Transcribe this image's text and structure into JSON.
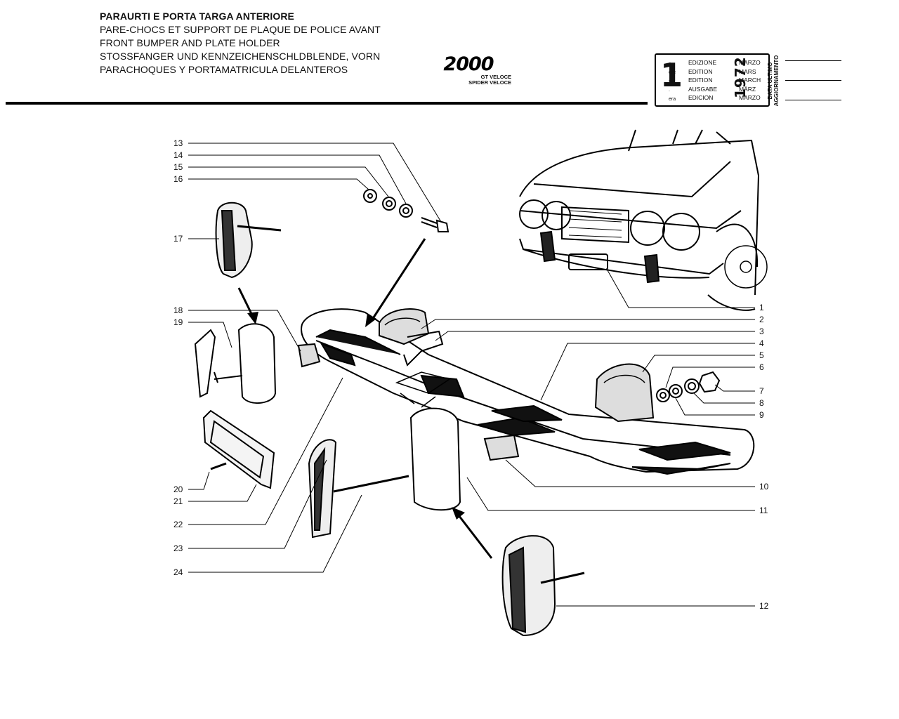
{
  "header": {
    "titles": [
      "PARAURTI E PORTA TARGA ANTERIORE",
      "PARE-CHOCS ET SUPPORT   DE PLAQUE DE POLICE AVANT",
      "FRONT BUMPER AND PLATE HOLDER",
      "STOSSFANGER UND KENNZEICHENSCHLDBLENDE, VORN",
      "PARACHOQUES Y PORTAMATRICULA DELANTEROS"
    ],
    "logo": {
      "number": "2000",
      "line1": "GT VELOCE",
      "line2": "SPIDER VELOCE"
    }
  },
  "edition_box": {
    "number": "1",
    "suffixes": [
      "a",
      "ere",
      "st",
      ".",
      "era"
    ],
    "labels": [
      "EDIZIONE",
      "EDITION",
      "EDITION",
      "AUSGABE",
      "EDICION"
    ],
    "year": "1972",
    "months": [
      "MARZO",
      "MARS",
      "MARCH",
      "MÄRZ",
      "MARZO"
    ],
    "update_label_1": "DATA ULTIMO",
    "update_label_2": "AGGIORNAMENTO"
  },
  "callouts": {
    "left": [
      "13",
      "14",
      "15",
      "16",
      "17",
      "18",
      "19",
      "20",
      "21",
      "22",
      "23",
      "24"
    ],
    "right": [
      "1",
      "2",
      "3",
      "4",
      "5",
      "6",
      "7",
      "8",
      "9",
      "10",
      "11",
      "12"
    ]
  }
}
